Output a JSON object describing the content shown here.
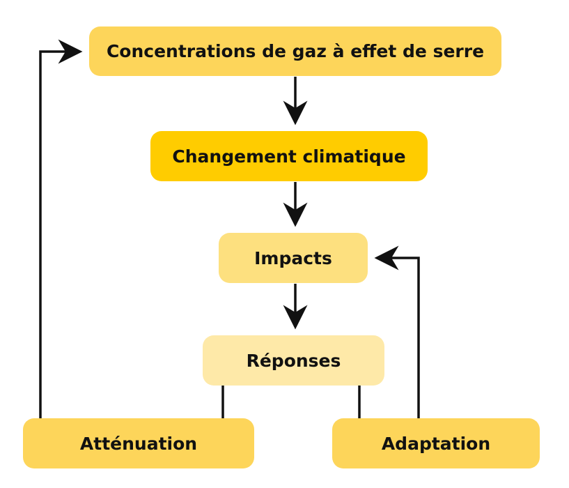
{
  "diagram": {
    "nodes": {
      "concentrations": {
        "label": "Concentrations de gaz à effet de serre",
        "color": "#FDD55A"
      },
      "changement": {
        "label": "Changement climatique",
        "color": "#FFCC00"
      },
      "impacts": {
        "label": "Impacts",
        "color": "#FDE07F"
      },
      "reponses": {
        "label": "Réponses",
        "color": "#FEE9A8"
      },
      "attenuation": {
        "label": "Atténuation",
        "color": "#FDD55A"
      },
      "adaptation": {
        "label": "Adaptation",
        "color": "#FDD55A"
      }
    },
    "edges": [
      {
        "from": "concentrations",
        "to": "changement",
        "arrow": true
      },
      {
        "from": "changement",
        "to": "impacts",
        "arrow": true
      },
      {
        "from": "impacts",
        "to": "reponses",
        "arrow": true
      },
      {
        "from": "reponses",
        "to": "attenuation",
        "arrow": false
      },
      {
        "from": "reponses",
        "to": "adaptation",
        "arrow": false
      },
      {
        "from": "attenuation",
        "to": "concentrations",
        "arrow": true
      },
      {
        "from": "adaptation",
        "to": "impacts",
        "arrow": true
      }
    ],
    "line_color": "#111111"
  }
}
